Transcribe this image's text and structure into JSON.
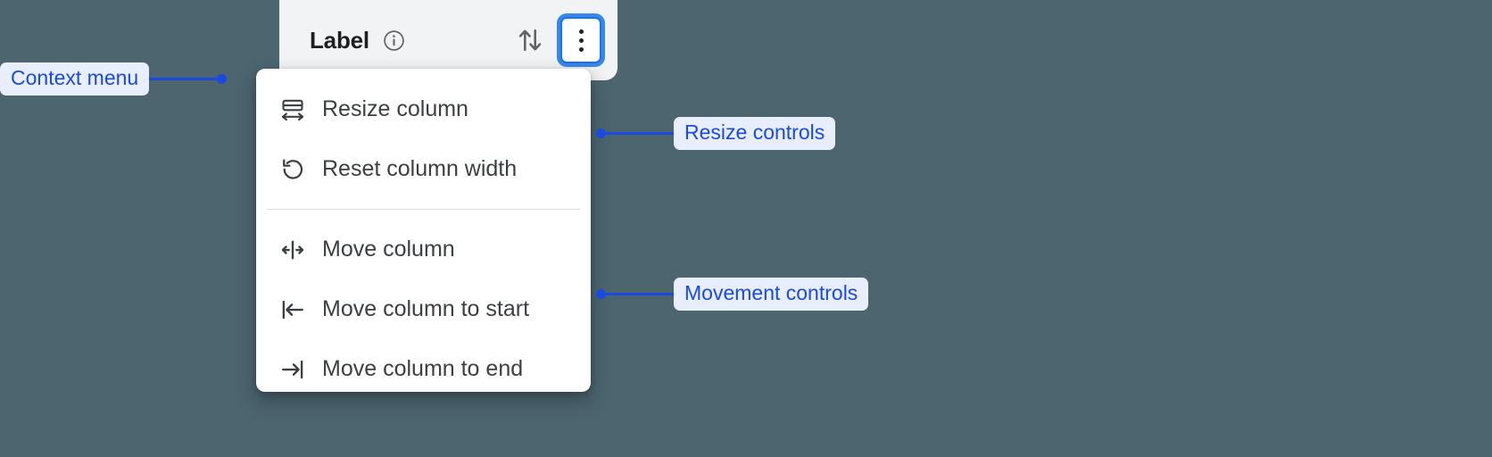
{
  "background_color": "#4c656f",
  "column_header": {
    "title": "Label",
    "info_icon": "info-circle-icon",
    "sort_icon": "sort-up-down-icon",
    "kebab_icon": "more-vertical-icon",
    "card_background": "#f1f3f4",
    "focus_ring_color": "#1a73e8"
  },
  "context_menu": {
    "groups": [
      {
        "items": [
          {
            "label": "Resize column",
            "icon": "resize-column-icon"
          },
          {
            "label": "Reset column width",
            "icon": "reset-rotate-icon"
          }
        ]
      },
      {
        "items": [
          {
            "label": "Move column",
            "icon": "move-column-icon"
          },
          {
            "label": "Move column to start",
            "icon": "move-to-start-icon"
          },
          {
            "label": "Move column to end",
            "icon": "move-to-end-icon"
          }
        ]
      }
    ]
  },
  "annotations": {
    "accent_color": "#1a4ae0",
    "chip_background": "#e8eefc",
    "items": [
      {
        "label": "Context menu",
        "side": "left"
      },
      {
        "label": "Resize controls",
        "side": "right"
      },
      {
        "label": "Movement controls",
        "side": "right"
      }
    ]
  }
}
